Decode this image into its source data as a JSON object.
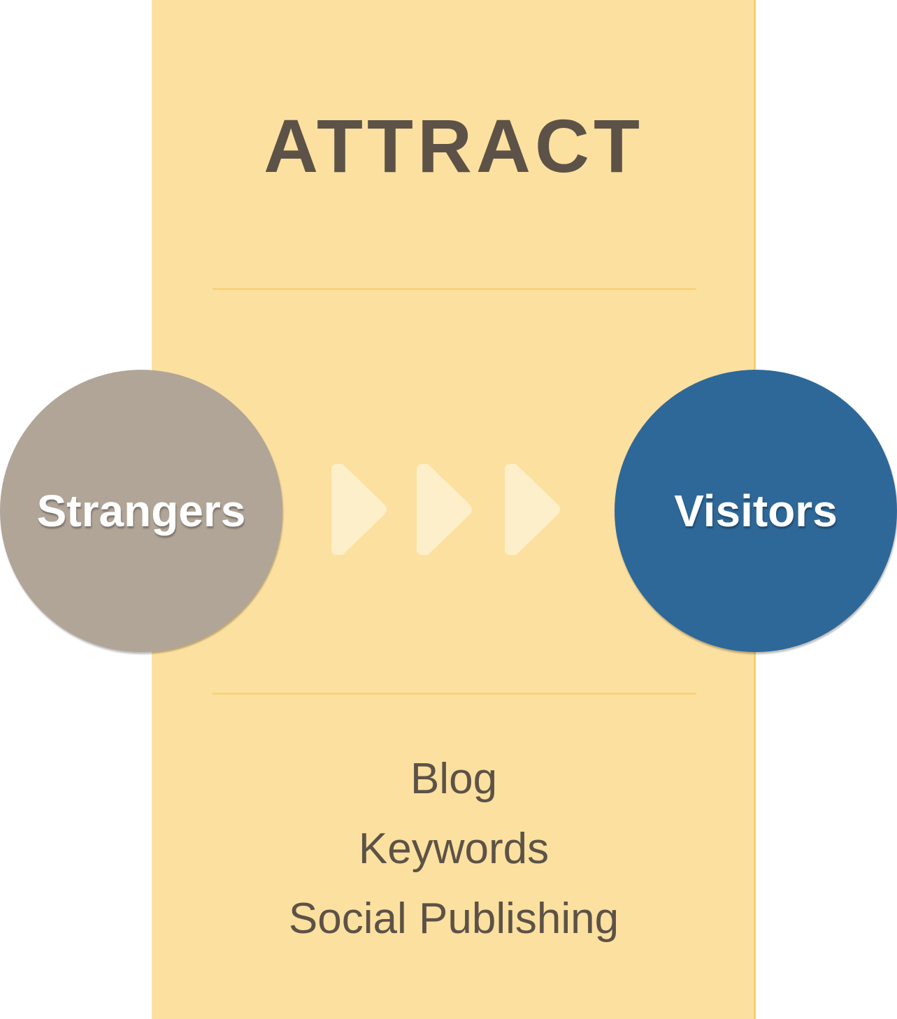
{
  "stage": {
    "title": "ATTRACT",
    "from_label": "Strangers",
    "to_label": "Visitors"
  },
  "tools": [
    "Blog",
    "Keywords",
    "Social Publishing"
  ],
  "colors": {
    "panel": "#fce09f",
    "panel_border": "#f7cf6c",
    "title_text": "#5c5247",
    "strangers_circle": "#b1a598",
    "visitors_circle": "#2e6899",
    "arrow": "#fdefc9"
  }
}
